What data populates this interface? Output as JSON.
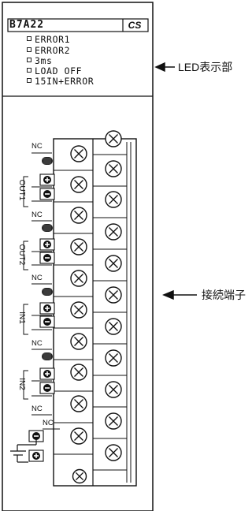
{
  "module": {
    "model": "B7A22",
    "badge": "CS"
  },
  "led_panel": {
    "items": [
      "ERROR1",
      "ERROR2",
      "3ms",
      "LOAD OFF",
      "15IN+ERROR"
    ]
  },
  "callouts": {
    "led": "LED表示部",
    "terminal": "接続端子"
  },
  "terminal_labels": {
    "nc": "NC",
    "groups": [
      "OUT1",
      "OUT2",
      "IN1",
      "IN2"
    ]
  }
}
